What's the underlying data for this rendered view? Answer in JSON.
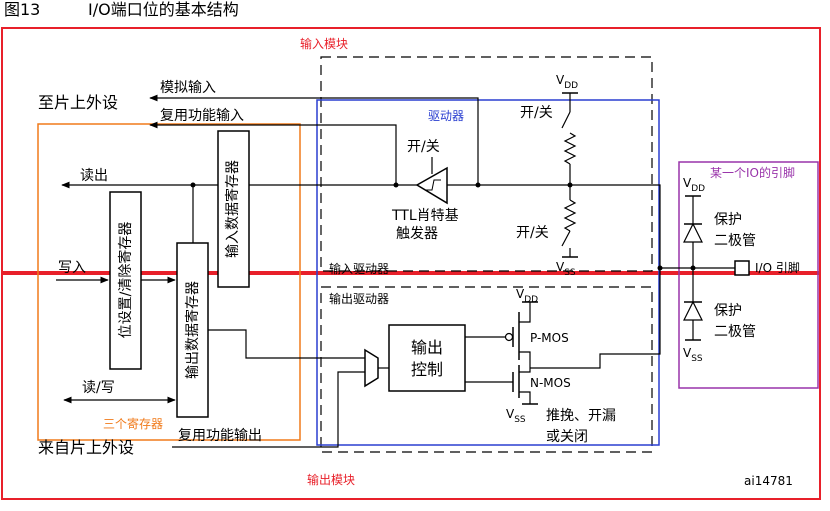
{
  "figure": {
    "number": "图13",
    "title": "I/O端口位的基本结构",
    "reference_id": "ai14781"
  },
  "regions": {
    "input_module": "输入模块",
    "output_module": "输出模块",
    "driver": "驱动器",
    "three_registers": "三个寄存器",
    "io_pin_region": "某一个IO的引脚",
    "input_driver": "输入驱动器",
    "output_driver": "输出驱动器"
  },
  "signals": {
    "to_onchip_peripheral": "至片上外设",
    "analog_input": "模拟输入",
    "alt_func_input": "复用功能输入",
    "read_out": "读出",
    "write_in": "写入",
    "read_write": "读/写",
    "from_onchip_peripheral": "来自片上外设",
    "alt_func_output": "复用功能输出"
  },
  "registers": {
    "input_data_register": "输入数据寄存器",
    "bit_set_reset_register": "位设置/清除寄存器",
    "output_data_register": "输出数据寄存器"
  },
  "components": {
    "switch_label": "开/关",
    "ttl_schmitt_line1": "TTL肖特基",
    "ttl_schmitt_line2": "触发器",
    "output_control_line1": "输出",
    "output_control_line2": "控制",
    "pmos": "P-MOS",
    "nmos": "N-MOS",
    "output_mode_line1": "推挽、开漏",
    "output_mode_line2": "或关闭",
    "protection_line1": "保护",
    "protection_line2": "二极管",
    "io_pin": "I/O 引脚"
  },
  "supplies": {
    "v": "V",
    "dd": "DD",
    "ss": "SS"
  },
  "colors": {
    "module_border": "#e8202a",
    "driver_border": "#2a3fd0",
    "register_border": "#f07a1a",
    "io_border": "#9933aa",
    "line": "#000000"
  }
}
